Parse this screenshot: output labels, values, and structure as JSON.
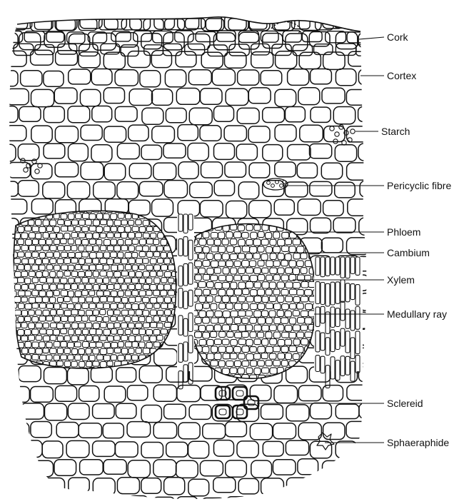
{
  "diagram": {
    "labels": [
      {
        "id": "cork",
        "text": "Cork"
      },
      {
        "id": "cortex",
        "text": "Cortex"
      },
      {
        "id": "starch",
        "text": "Starch"
      },
      {
        "id": "pericyclic-fibre",
        "text": "Pericyclic fibre"
      },
      {
        "id": "phloem",
        "text": "Phloem"
      },
      {
        "id": "cambium",
        "text": "Cambium"
      },
      {
        "id": "xylem",
        "text": "Xylem"
      },
      {
        "id": "medullary-ray",
        "text": "Medullary ray"
      },
      {
        "id": "sclereid",
        "text": "Sclereid"
      },
      {
        "id": "sphaeraphide",
        "text": "Sphaeraphide"
      }
    ]
  },
  "colors": {
    "line": "#111111",
    "background": "#ffffff"
  }
}
